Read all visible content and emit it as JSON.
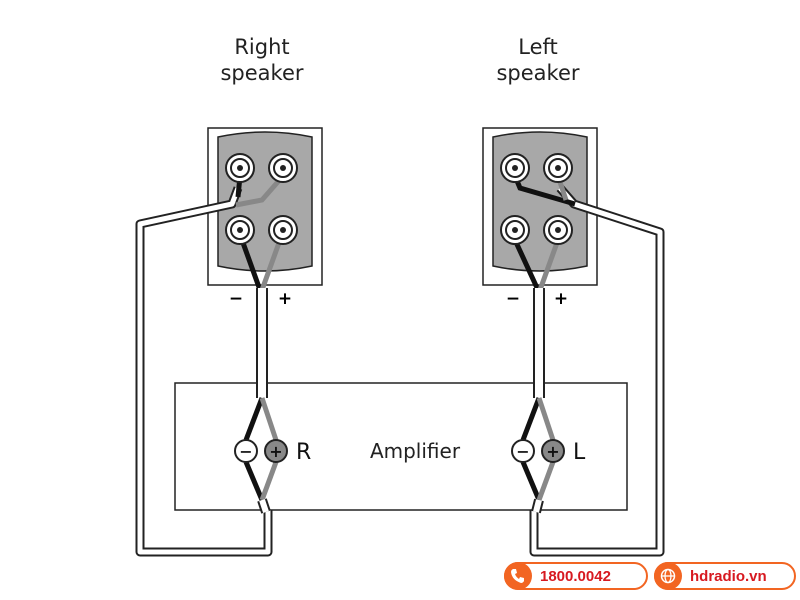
{
  "speakers": {
    "right": {
      "line1": "Right",
      "line2": "speaker"
    },
    "left": {
      "line1": "Left",
      "line2": "speaker"
    }
  },
  "terminals": {
    "minus": "−",
    "plus": "+"
  },
  "amplifier": {
    "label": "Amplifier",
    "channel_right": "R",
    "channel_left": "L",
    "minus_symbol": "−",
    "plus_symbol": "+"
  },
  "contact": {
    "phone": "1800.0042",
    "website": "hdradio.vn",
    "phone_icon": "phone-icon",
    "web_icon": "globe-icon",
    "accent_color": "#f26522",
    "text_color": "#d71920"
  }
}
